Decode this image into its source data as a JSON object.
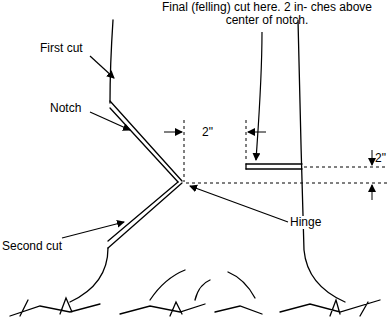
{
  "diagram": {
    "labels": [
      "Final (felling) cut here. 2 in- ches above center of notch.",
      "First cut",
      "Notch",
      "Second cut",
      "Hinge",
      "2\"",
      "2\""
    ]
  }
}
